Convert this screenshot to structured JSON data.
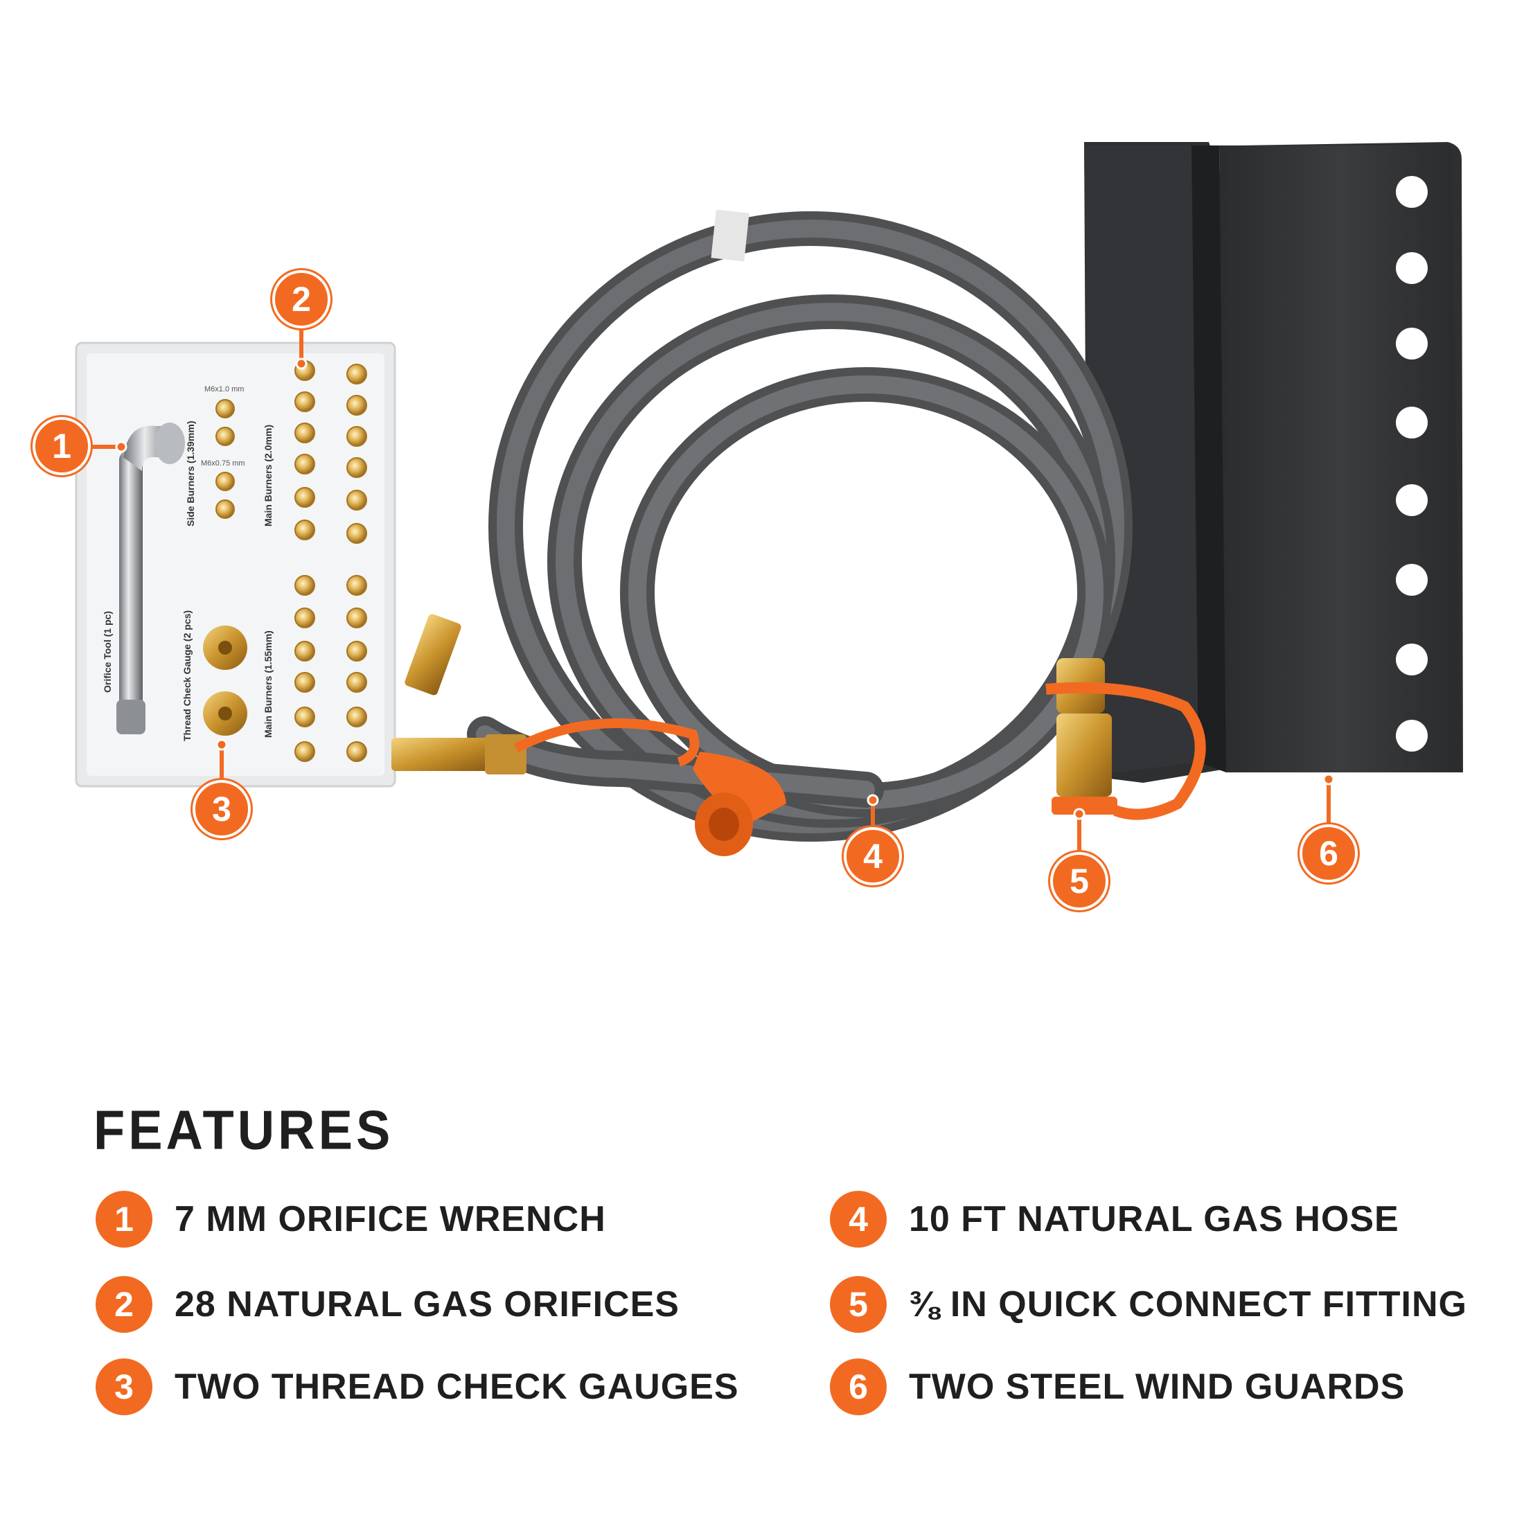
{
  "features_title": "FEATURES",
  "accent_color": "#f26a22",
  "features": [
    {
      "number": "1",
      "label": "7 MM ORIFICE WRENCH"
    },
    {
      "number": "2",
      "label": "28 NATURAL GAS ORIFICES"
    },
    {
      "number": "3",
      "label": "TWO THREAD CHECK GAUGES"
    },
    {
      "number": "4",
      "label": "10 FT NATURAL GAS HOSE"
    },
    {
      "number": "5",
      "label": "⅜ IN QUICK CONNECT FITTING"
    },
    {
      "number": "6",
      "label": "TWO STEEL WIND GUARDS"
    }
  ],
  "card": {
    "side_burners": "Side Burners (1.39mm)",
    "main_burners_top": "Main Burners (2.0mm)",
    "main_burners_bottom": "Main Burners (1.55mm)",
    "thread_gauge": "Thread Check Gauge (2 pcs)",
    "orifice_tool": "Orifice Tool (1 pc)",
    "size_m6_1": "M6x1.0 mm",
    "size_m6_075": "M6x0.75 mm"
  }
}
